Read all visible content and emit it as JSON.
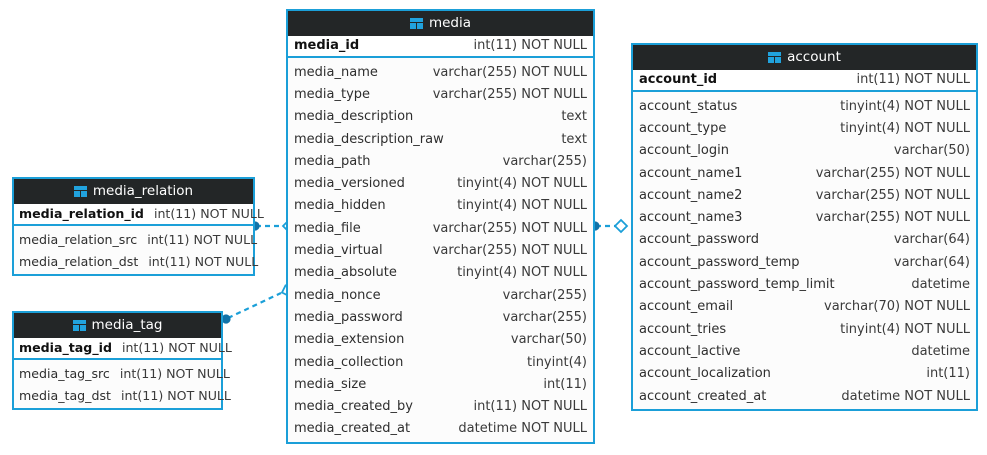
{
  "diagram": {
    "type": "er-diagram",
    "background_color": "#ffffff",
    "accent_color": "#1b9fd8",
    "header_color": "#232627",
    "icon_name": "table-icon"
  },
  "entities": [
    {
      "name": "media",
      "primary_key": {
        "field": "media_id",
        "type": "int(11) NOT NULL"
      },
      "fields": [
        {
          "field": "media_name",
          "type": "varchar(255) NOT NULL"
        },
        {
          "field": "media_type",
          "type": "varchar(255) NOT NULL"
        },
        {
          "field": "media_description",
          "type": "text"
        },
        {
          "field": "media_description_raw",
          "type": "text"
        },
        {
          "field": "media_path",
          "type": "varchar(255)"
        },
        {
          "field": "media_versioned",
          "type": "tinyint(4) NOT NULL"
        },
        {
          "field": "media_hidden",
          "type": "tinyint(4) NOT NULL"
        },
        {
          "field": "media_file",
          "type": "varchar(255) NOT NULL"
        },
        {
          "field": "media_virtual",
          "type": "varchar(255) NOT NULL"
        },
        {
          "field": "media_absolute",
          "type": "tinyint(4) NOT NULL"
        },
        {
          "field": "media_nonce",
          "type": "varchar(255)"
        },
        {
          "field": "media_password",
          "type": "varchar(255)"
        },
        {
          "field": "media_extension",
          "type": "varchar(50)"
        },
        {
          "field": "media_collection",
          "type": "tinyint(4)"
        },
        {
          "field": "media_size",
          "type": "int(11)"
        },
        {
          "field": "media_created_by",
          "type": "int(11) NOT NULL"
        },
        {
          "field": "media_created_at",
          "type": "datetime NOT NULL"
        }
      ]
    },
    {
      "name": "account",
      "primary_key": {
        "field": "account_id",
        "type": "int(11) NOT NULL"
      },
      "fields": [
        {
          "field": "account_status",
          "type": "tinyint(4) NOT NULL"
        },
        {
          "field": "account_type",
          "type": "tinyint(4) NOT NULL"
        },
        {
          "field": "account_login",
          "type": "varchar(50)"
        },
        {
          "field": "account_name1",
          "type": "varchar(255) NOT NULL"
        },
        {
          "field": "account_name2",
          "type": "varchar(255) NOT NULL"
        },
        {
          "field": "account_name3",
          "type": "varchar(255) NOT NULL"
        },
        {
          "field": "account_password",
          "type": "varchar(64)"
        },
        {
          "field": "account_password_temp",
          "type": "varchar(64)"
        },
        {
          "field": "account_password_temp_limit",
          "type": "datetime"
        },
        {
          "field": "account_email",
          "type": "varchar(70) NOT NULL"
        },
        {
          "field": "account_tries",
          "type": "tinyint(4) NOT NULL"
        },
        {
          "field": "account_lactive",
          "type": "datetime"
        },
        {
          "field": "account_localization",
          "type": "int(11)"
        },
        {
          "field": "account_created_at",
          "type": "datetime NOT NULL"
        }
      ]
    },
    {
      "name": "media_relation",
      "primary_key": {
        "field": "media_relation_id",
        "type": "int(11) NOT NULL"
      },
      "fields": [
        {
          "field": "media_relation_src",
          "type": "int(11) NOT NULL"
        },
        {
          "field": "media_relation_dst",
          "type": "int(11) NOT NULL"
        }
      ]
    },
    {
      "name": "media_tag",
      "primary_key": {
        "field": "media_tag_id",
        "type": "int(11) NOT NULL"
      },
      "fields": [
        {
          "field": "media_tag_src",
          "type": "int(11) NOT NULL"
        },
        {
          "field": "media_tag_dst",
          "type": "int(11) NOT NULL"
        }
      ]
    }
  ],
  "relationships": [
    {
      "from": "media_relation",
      "to": "media",
      "style": "dashed",
      "from_marker": "filled-dot",
      "to_marker": "open-diamond"
    },
    {
      "from": "media_tag",
      "to": "media",
      "style": "dashed",
      "from_marker": "filled-dot",
      "to_marker": "open-diamond"
    },
    {
      "from": "media",
      "to": "account",
      "style": "dashed",
      "from_marker": "filled-dot",
      "to_marker": "open-diamond"
    }
  ]
}
